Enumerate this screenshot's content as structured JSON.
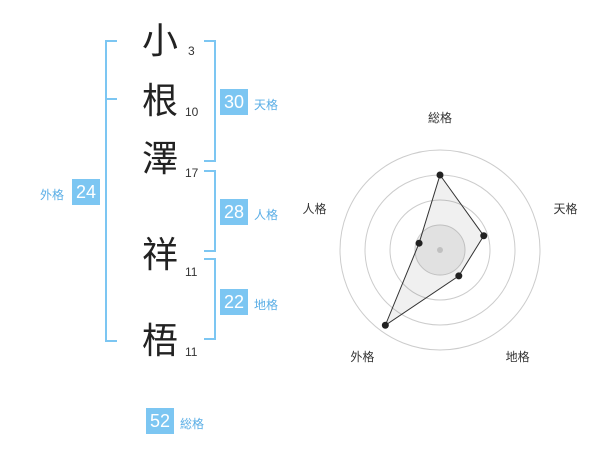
{
  "name": {
    "chars": [
      {
        "char": "小",
        "strokes": "3"
      },
      {
        "char": "根",
        "strokes": "10"
      },
      {
        "char": "澤",
        "strokes": "17"
      },
      {
        "char": "祥",
        "strokes": "11"
      },
      {
        "char": "梧",
        "strokes": "11"
      }
    ]
  },
  "fortunes": {
    "tenkaku": {
      "value": "30",
      "label": "天格"
    },
    "jinkaku": {
      "value": "28",
      "label": "人格"
    },
    "chikaku": {
      "value": "22",
      "label": "地格"
    },
    "gaikaku": {
      "value": "24",
      "label": "外格"
    },
    "soukaku": {
      "value": "52",
      "label": "総格"
    }
  },
  "colors": {
    "accent": "#7cc6f2",
    "accent_text": "#5aaee6"
  },
  "chart_data": {
    "type": "radar",
    "axes": [
      "総格",
      "天格",
      "地格",
      "外格",
      "人格"
    ],
    "values": [
      0.75,
      0.46,
      0.32,
      0.93,
      0.22
    ],
    "rings": 4
  }
}
